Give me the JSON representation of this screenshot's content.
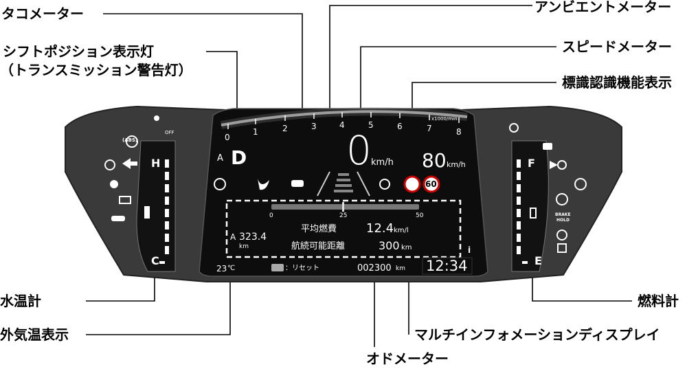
{
  "callouts": {
    "tachometer": "タコメーター",
    "ambient_meter": "アンビエントメーター",
    "shift_position_1": "シフトポジション表示灯",
    "shift_position_2": "（トランスミッション警告灯）",
    "speed_meter": "スピードメーター",
    "sign_recognition": "標識認識機能表示",
    "water_temp": "水温計",
    "fuel_gauge": "燃料計",
    "outside_temp": "外気温表示",
    "mid": "マルチインフォメーションディスプレイ",
    "odometer": "オドメーター"
  },
  "tacho": {
    "ticks": [
      "0",
      "1",
      "2",
      "3",
      "4",
      "5",
      "6",
      "7",
      "8"
    ],
    "unit": "x1000/min"
  },
  "shift": {
    "gear": "D",
    "auto_symbol": "A"
  },
  "speed": {
    "value": "0",
    "unit": "km/h"
  },
  "limit_speed": {
    "value": "80",
    "unit": "km/h"
  },
  "sign_limit": "60",
  "water_gauge": {
    "hot": "H",
    "cold": "C"
  },
  "fuel": {
    "full": "F",
    "empty": "E"
  },
  "mid": {
    "bar_ticks": [
      "0",
      "25",
      "50"
    ],
    "trip_label": "A",
    "trip_value": "323.4",
    "trip_unit": "km",
    "avg_label": "平均燃費",
    "avg_value": "12.4",
    "avg_unit": "km/l",
    "range_label": "航続可能距離",
    "range_value": "300",
    "range_unit": "km",
    "info_symbol": "i"
  },
  "bottom": {
    "outside_temp": "23",
    "outside_unit": "℃",
    "reset_text": "：リセット",
    "odometer": "002300",
    "odo_unit": "km",
    "clock": "12:34"
  },
  "indicators": {
    "abs": "(ABS)",
    "brake_hold_1": "BRAKE",
    "brake_hold_2": "HOLD",
    "vsa_off": "OFF"
  }
}
